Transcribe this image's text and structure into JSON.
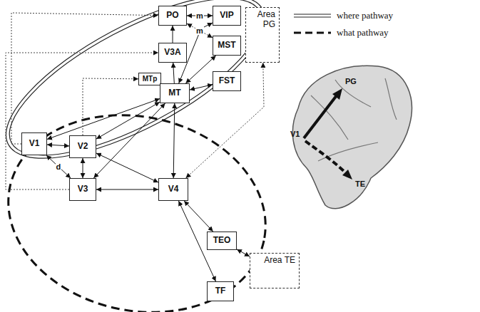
{
  "diagram": {
    "nodes": [
      {
        "text": [
          "PO"
        ]
      },
      {
        "text": [
          "V3A"
        ]
      },
      {
        "text": [
          "MTp"
        ]
      },
      {
        "text": [
          "MT"
        ]
      },
      {
        "text": [
          "VIP"
        ]
      },
      {
        "text": [
          "MST"
        ]
      },
      {
        "text": [
          "FST"
        ]
      },
      {
        "text": [
          "Area PG"
        ]
      },
      {
        "text": [
          "V1"
        ]
      },
      {
        "text": [
          "V2"
        ]
      },
      {
        "text": [
          "V3"
        ]
      },
      {
        "text": [
          "V4"
        ]
      },
      {
        "text": [
          "TEO"
        ]
      },
      {
        "text": [
          "TF"
        ]
      },
      {
        "text": [
          "Area TE"
        ]
      }
    ],
    "edges": [
      {
        "from": 0,
        "to": 4,
        "label": "m",
        "arrow": "both"
      },
      {
        "from": 0,
        "to": 5,
        "label": "m",
        "arrow": "both"
      },
      {
        "from": 1,
        "to": 0,
        "arrow": "to"
      },
      {
        "from": 3,
        "to": 1,
        "arrow": "to"
      },
      {
        "from": 3,
        "to": 5,
        "arrow": "both"
      },
      {
        "from": 3,
        "to": 4,
        "arrow": "both"
      },
      {
        "from": 3,
        "to": 6,
        "arrow": "both"
      },
      {
        "from": 8,
        "to": 9,
        "arrow": "both"
      },
      {
        "from": 8,
        "to": 3,
        "arrow": "both"
      },
      {
        "from": 9,
        "to": 3,
        "arrow": "both"
      },
      {
        "from": 8,
        "to": 10,
        "label": "d",
        "arrow": "both"
      },
      {
        "from": 9,
        "to": 10,
        "arrow": "both"
      },
      {
        "from": 10,
        "to": 3,
        "arrow": "both"
      },
      {
        "from": 9,
        "to": 11,
        "arrow": "both"
      },
      {
        "from": 10,
        "to": 11,
        "arrow": "both"
      },
      {
        "from": 3,
        "to": 11,
        "arrow": "both"
      },
      {
        "from": 11,
        "to": 12,
        "arrow": "both"
      },
      {
        "from": 11,
        "to": 13,
        "arrow": "both"
      },
      {
        "from": 12,
        "to": 14,
        "arrow": "both"
      },
      {
        "from": 11,
        "to": 7,
        "arrow": "both"
      },
      {
        "from": 8,
        "to": 0,
        "arrow": "to"
      },
      {
        "from": 10,
        "to": 1,
        "arrow": "to"
      },
      {
        "from": 9,
        "to": 2,
        "arrow": "to"
      }
    ],
    "labels": [
      "PG",
      "V1",
      "TE"
    ],
    "legend": [
      {
        "text": "where pathway"
      },
      {
        "text": "what pathway"
      }
    ]
  }
}
